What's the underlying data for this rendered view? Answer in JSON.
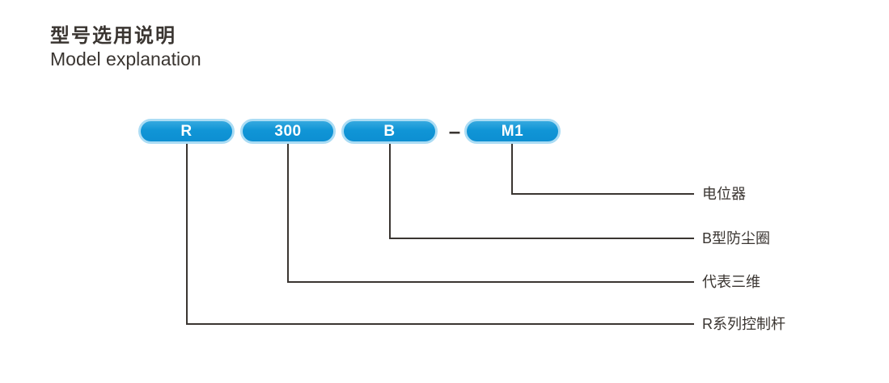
{
  "header": {
    "title_zh": "型号选用说明",
    "title_en": "Model explanation"
  },
  "diagram": {
    "separator": "–",
    "items": [
      {
        "badge": "R",
        "description": "R系列控制杆"
      },
      {
        "badge": "300",
        "description": "代表三维"
      },
      {
        "badge": "B",
        "description": "B型防尘圈"
      },
      {
        "badge": "M1",
        "description": "电位器"
      }
    ],
    "colors": {
      "badge_fill": "#1095d6",
      "badge_border": "#abdcf4",
      "badge_text": "#ffffff",
      "line": "#3a3531",
      "text": "#3a3531"
    }
  }
}
